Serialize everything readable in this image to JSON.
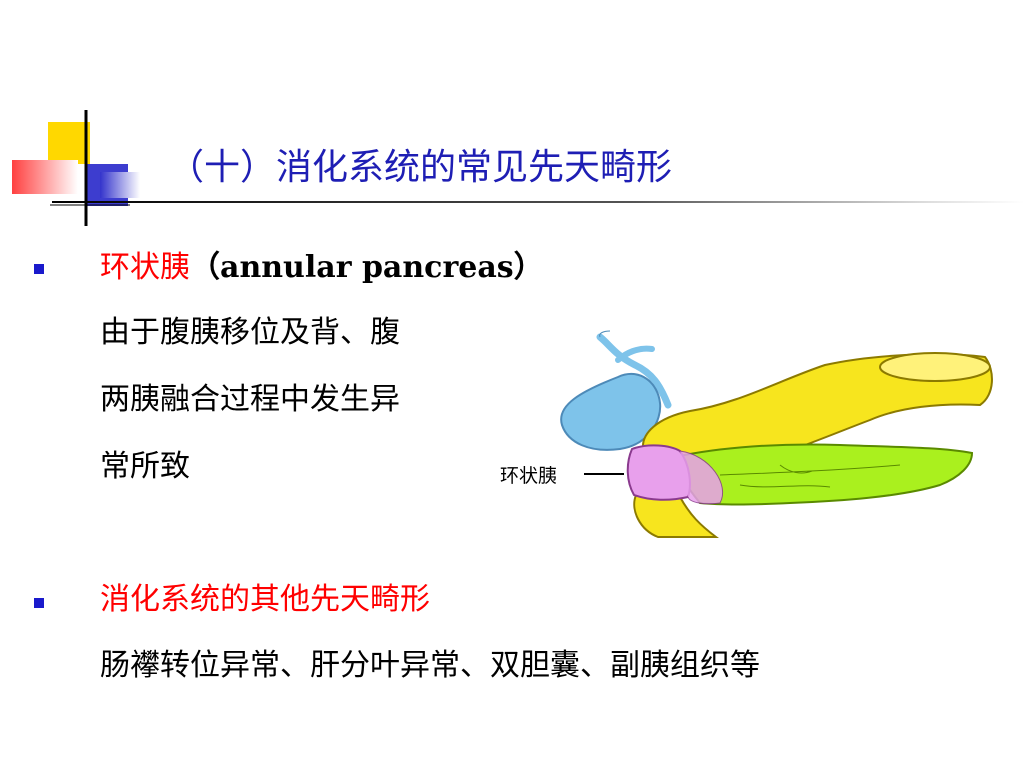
{
  "slide": {
    "title": "（十）消化系统的常见先天畸形",
    "bullets": [
      {
        "heading_red": "环状胰",
        "heading_term": "（annular pancreas）",
        "lines": [
          "由于腹胰移位及背、腹",
          "两胰融合过程中发生异",
          "常所致"
        ]
      },
      {
        "heading_red": "消化系统的其他先天畸形",
        "lines": [
          "肠襻转位异常、肝分叶异常、双胆囊、副胰组织等"
        ]
      }
    ],
    "figure": {
      "label": "环状胰"
    }
  },
  "colors": {
    "title": "#1e1eb4",
    "accent_red": "#ff0000",
    "bullet": "#1a1acc",
    "duodenum": "#f7e51e",
    "pancreas": "#aaf01e",
    "annular_ring": "#e8a0ec",
    "gallbladder": "#7ec3ea"
  }
}
